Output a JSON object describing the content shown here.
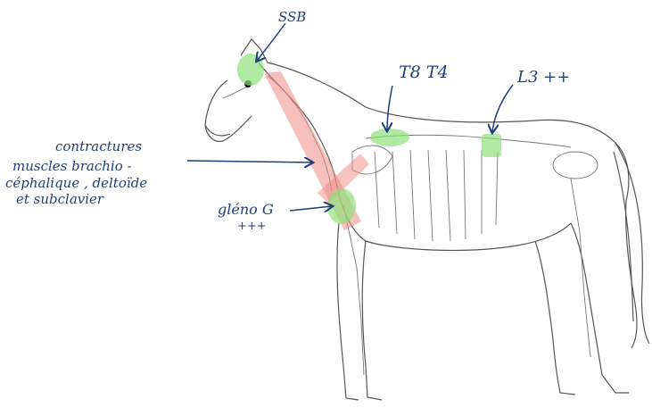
{
  "annotations": {
    "ssb": "SSB",
    "t8t4": "T8 T4",
    "l3": "L3 ++",
    "contractures_line1": "contractures",
    "contractures_line2": "muscles brachio -",
    "contractures_line3": "céphalique , deltoïde",
    "contractures_line4": "et subclavier",
    "gleno": "gléno G",
    "gleno_severity": "+++"
  },
  "colors": {
    "ink": "#1f3f7a",
    "highlight_green": "#8ee07a",
    "highlight_red": "#f08a85",
    "line_art": "#555555"
  }
}
